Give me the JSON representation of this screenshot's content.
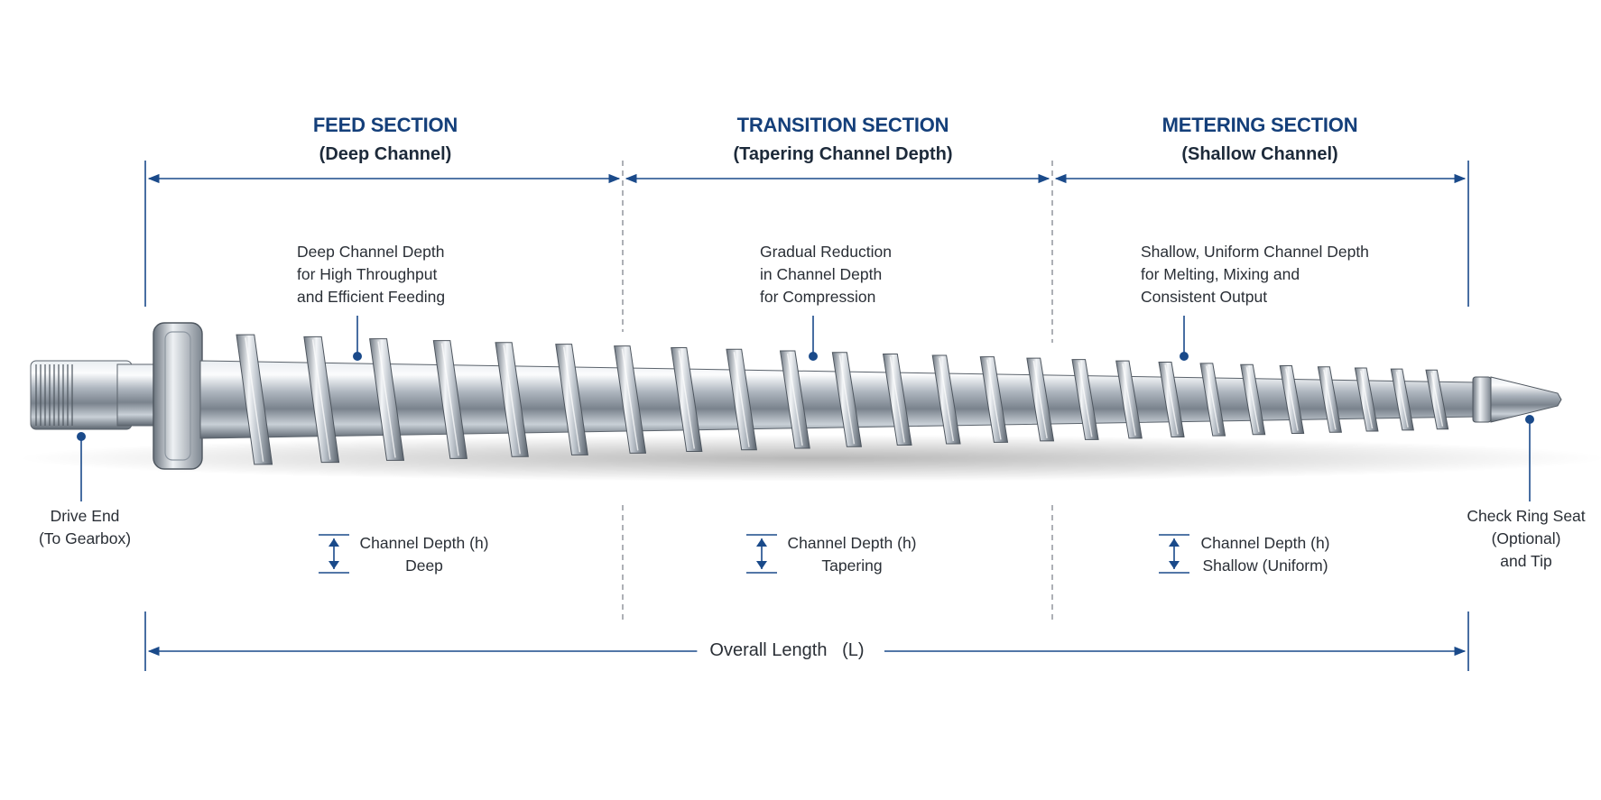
{
  "sections": [
    {
      "title": "FEED SECTION",
      "subtitle": "(Deep Channel)"
    },
    {
      "title": "TRANSITION SECTION",
      "subtitle": "(Tapering Channel Depth)"
    },
    {
      "title": "METERING SECTION",
      "subtitle": "(Shallow Channel)"
    }
  ],
  "callouts": {
    "feed": [
      "Deep Channel Depth",
      "for High Throughput",
      "and Efficient Feeding"
    ],
    "transition": [
      "Gradual Reduction",
      "in Channel Depth",
      "for Compression"
    ],
    "metering": [
      "Shallow, Uniform Channel Depth",
      "for Melting, Mixing and",
      "Consistent Output"
    ],
    "drive_end": [
      "Drive End",
      "(To Gearbox)"
    ],
    "tip": [
      "Check Ring Seat",
      "(Optional)",
      "and Tip"
    ]
  },
  "depth_labels": [
    {
      "title": "Channel Depth (h)",
      "value": "Deep"
    },
    {
      "title": "Channel Depth (h)",
      "value": "Tapering"
    },
    {
      "title": "Channel Depth (h)",
      "value": "Shallow (Uniform)"
    }
  ],
  "overall": {
    "label": "Overall Length",
    "symbol": "(L)"
  },
  "colors": {
    "accent": "#143f7a",
    "dimension_line": "#1a4a8a",
    "steel": "#9aa4b0",
    "text": "#2a2f36"
  }
}
